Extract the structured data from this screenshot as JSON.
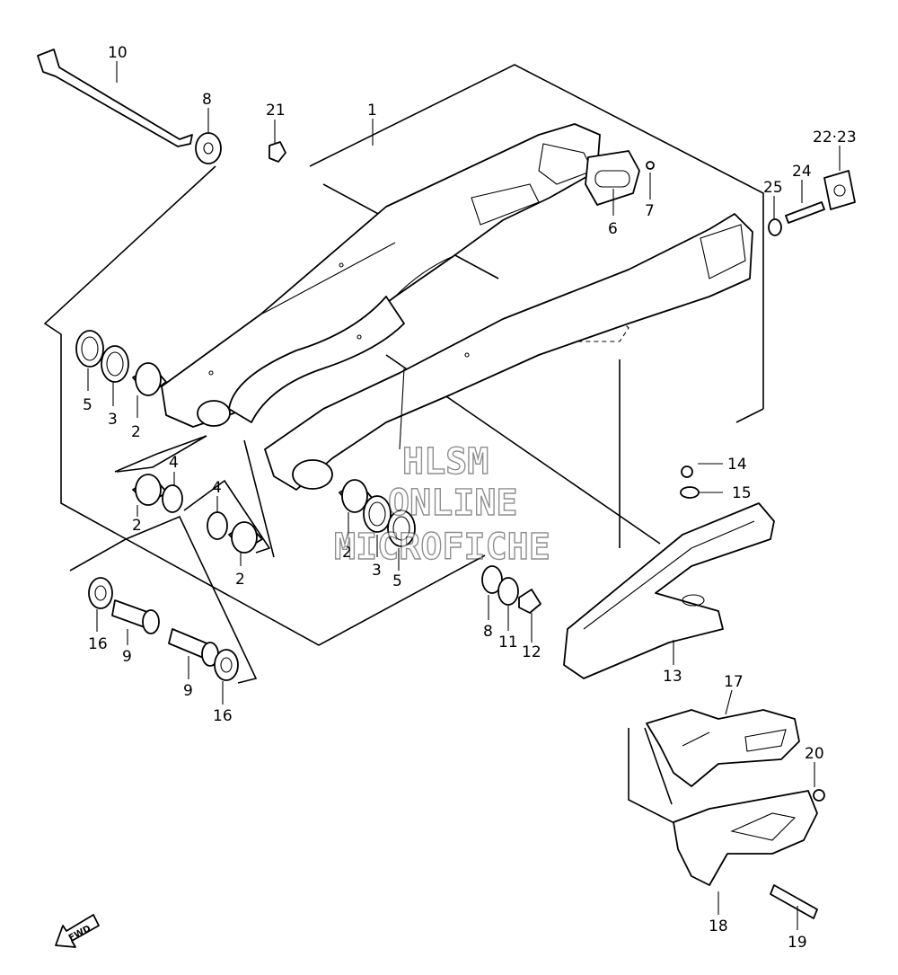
{
  "callouts": [
    "10",
    "8",
    "21",
    "1",
    "22·23",
    "24",
    "25",
    "7",
    "6",
    "5",
    "3",
    "2",
    "4",
    "2",
    "4",
    "2",
    "2",
    "3",
    "5",
    "14",
    "15",
    "16",
    "9",
    "9",
    "16",
    "8",
    "11",
    "12",
    "13",
    "17",
    "20",
    "18",
    "19"
  ],
  "watermark": [
    "HLSM",
    "ONLINE",
    "MICROFICHE"
  ],
  "fwd_label": "FWD",
  "colors": {
    "line": "#000000",
    "background": "#ffffff"
  }
}
